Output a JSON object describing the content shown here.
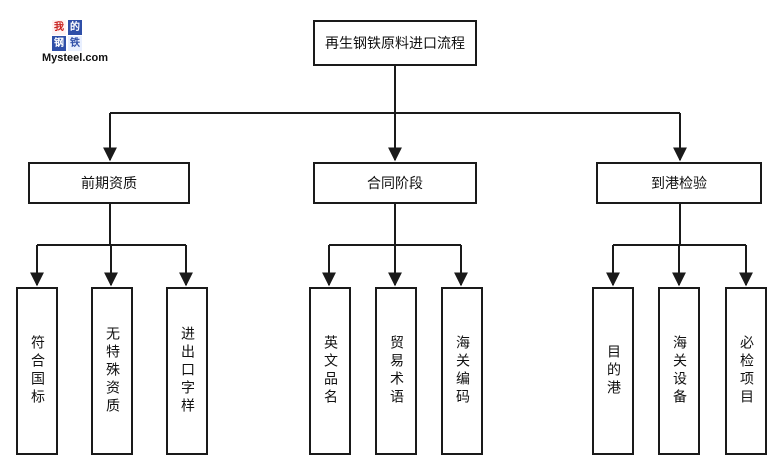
{
  "logo": {
    "chars": [
      "我",
      "的",
      "钢",
      "铁"
    ],
    "wordmark": "Mysteel.com"
  },
  "diagram": {
    "root": "再生钢铁原料进口流程",
    "branches": [
      {
        "label": "前期资质",
        "children": [
          "符合国标",
          "无特殊资质",
          "进出口字样"
        ]
      },
      {
        "label": "合同阶段",
        "children": [
          "英文品名",
          "贸易术语",
          "海关编码"
        ]
      },
      {
        "label": "到港检验",
        "children": [
          "目的港",
          "海关设备",
          "必检项目"
        ]
      }
    ]
  }
}
